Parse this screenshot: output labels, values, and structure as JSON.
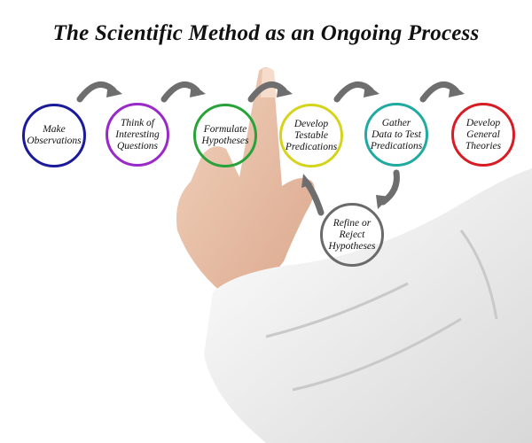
{
  "title": "The Scientific Method as an Ongoing Process",
  "steps": [
    {
      "label": "Make\nObservations",
      "color": "#1a1a9a"
    },
    {
      "label": "Think of\nInteresting\nQuestions",
      "color": "#9a2ac8"
    },
    {
      "label": "Formulate\nHypotheses",
      "color": "#27a33a"
    },
    {
      "label": "Develop\nTestable\nPredications",
      "color": "#d4d41c"
    },
    {
      "label": "Gather\nData to Test\nPredications",
      "color": "#20aaa0"
    },
    {
      "label": "Develop\nGeneral\nTheories",
      "color": "#d81c24"
    }
  ],
  "refine": {
    "label": "Refine or\nReject\nHypotheses",
    "color": "#6a6a6a"
  },
  "arrow_color": "#6e6e6e"
}
